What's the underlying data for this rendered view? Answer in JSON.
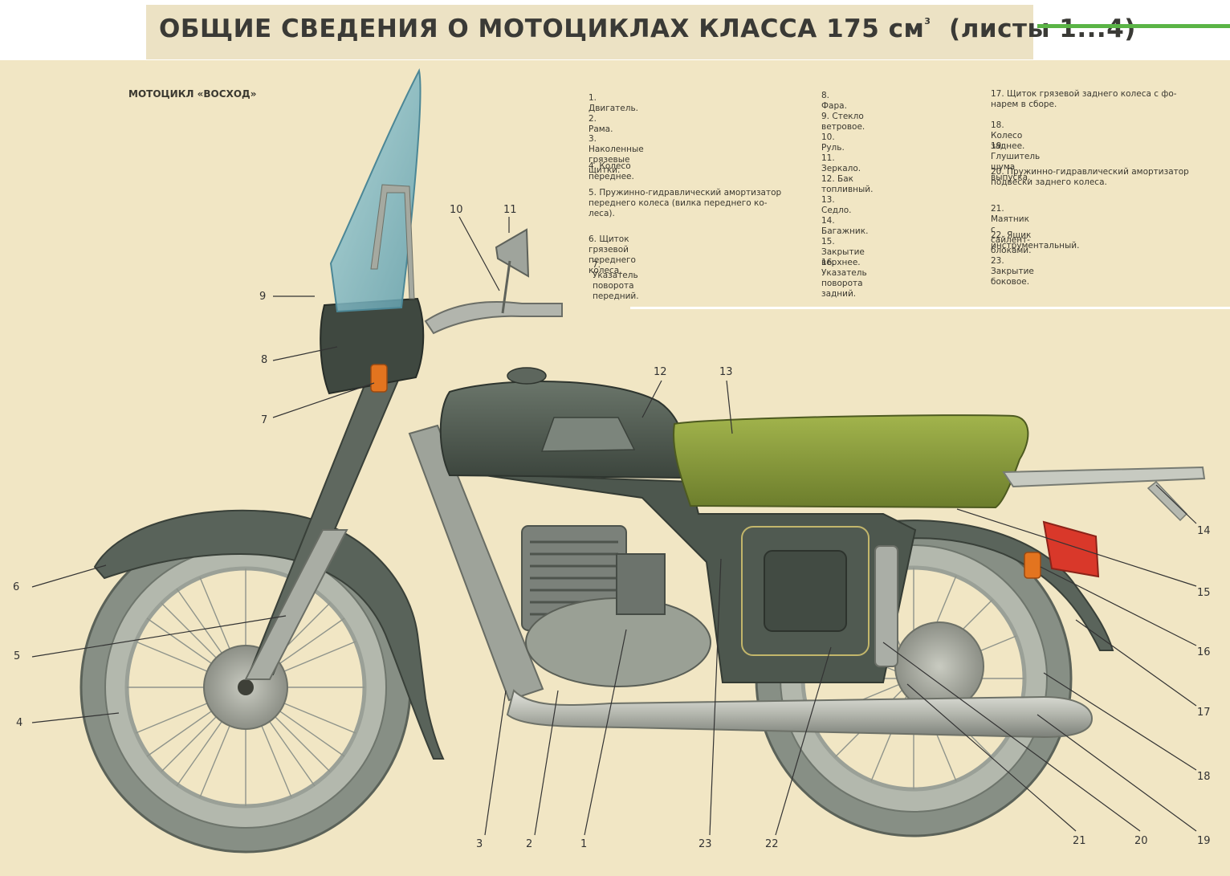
{
  "header": {
    "title": "ОБЩИЕ СВЕДЕНИЯ О МОТОЦИКЛАХ КЛАССА  175 см",
    "title_sup": "3",
    "title_suffix": "(листы 1...4)"
  },
  "figure": {
    "title": "МОТОЦИКЛ «ВОСХОД»"
  },
  "legend": [
    {
      "n": "1.",
      "text": "Двигатель."
    },
    {
      "n": "2.",
      "text": "Рама."
    },
    {
      "n": "3.",
      "text": "Наколенные грязевые щитки."
    },
    {
      "n": "4.",
      "text": "Колесо переднее."
    },
    {
      "n": "5.",
      "text": "Пружинно-гидравлический амортизатор\nпереднего колеса (вилка переднего ко-\nлеса)."
    },
    {
      "n": "6.",
      "text": "Щиток грязевой переднего колеса."
    },
    {
      "n": "7.",
      "text": "Указатель поворота передний."
    },
    {
      "n": "8.",
      "text": "Фара."
    },
    {
      "n": "9.",
      "text": "Стекло ветровое."
    },
    {
      "n": "10.",
      "text": "Руль."
    },
    {
      "n": "11.",
      "text": "Зеркало."
    },
    {
      "n": "12.",
      "text": "Бак топливный."
    },
    {
      "n": "13.",
      "text": "Седло."
    },
    {
      "n": "14.",
      "text": "Багажник."
    },
    {
      "n": "15.",
      "text": "Закрытие верхнее."
    },
    {
      "n": "16.",
      "text": "Указатель поворота задний."
    },
    {
      "n": "17.",
      "text": "Щиток грязевой заднего колеса с фо-\nнарем в сборе."
    },
    {
      "n": "18.",
      "text": "Колесо заднее."
    },
    {
      "n": "19.",
      "text": "Глушитель шума выпуска."
    },
    {
      "n": "20.",
      "text": "Пружинно-гидравлический амортизатор\nподвески заднего колеса."
    },
    {
      "n": "21.",
      "text": "Маятник с сайлент-блоками."
    },
    {
      "n": "22.",
      "text": "Ящик инструментальный."
    },
    {
      "n": "23.",
      "text": "Закрытие боковое."
    }
  ],
  "callouts": [
    "1",
    "2",
    "3",
    "4",
    "5",
    "6",
    "7",
    "8",
    "9",
    "10",
    "11",
    "12",
    "13",
    "14",
    "15",
    "16",
    "17",
    "18",
    "19",
    "20",
    "21",
    "22",
    "23"
  ],
  "colors": {
    "paper": "#f1e6c4",
    "body_dark": "#4c564c",
    "seat_olive": "#869a3a",
    "chrome": "#b9bcb4",
    "tire": "#8e968c",
    "windshield": "#7eb7c3",
    "indicator": "#e3741f",
    "taillight": "#d9382a",
    "accent_green": "#5ab446"
  }
}
